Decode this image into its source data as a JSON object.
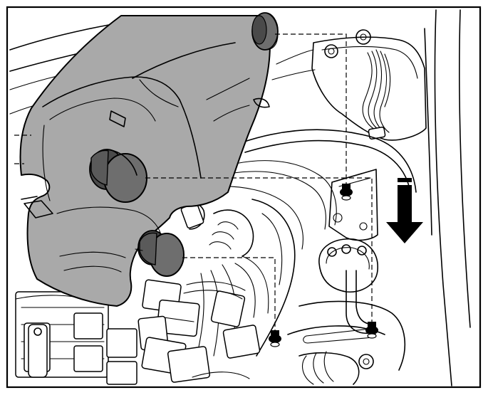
{
  "figure": {
    "kind": "line-art service illustration",
    "colors": {
      "background": "#ffffff",
      "ink": "#000000",
      "cover_fill": "#a9a9a9",
      "grommet_fill": "#6e6e6e",
      "grommet_shade": "#4a4a4a",
      "arrow": "#000000"
    },
    "parts": {
      "cover": "engine-cover-panel",
      "grommets": [
        "grommet-top",
        "grommet-middle",
        "grommet-lower"
      ],
      "mounting_studs": [
        "stud-upper-center",
        "stud-lower-left",
        "stud-lower-right"
      ],
      "arrow_direction": "down"
    }
  }
}
